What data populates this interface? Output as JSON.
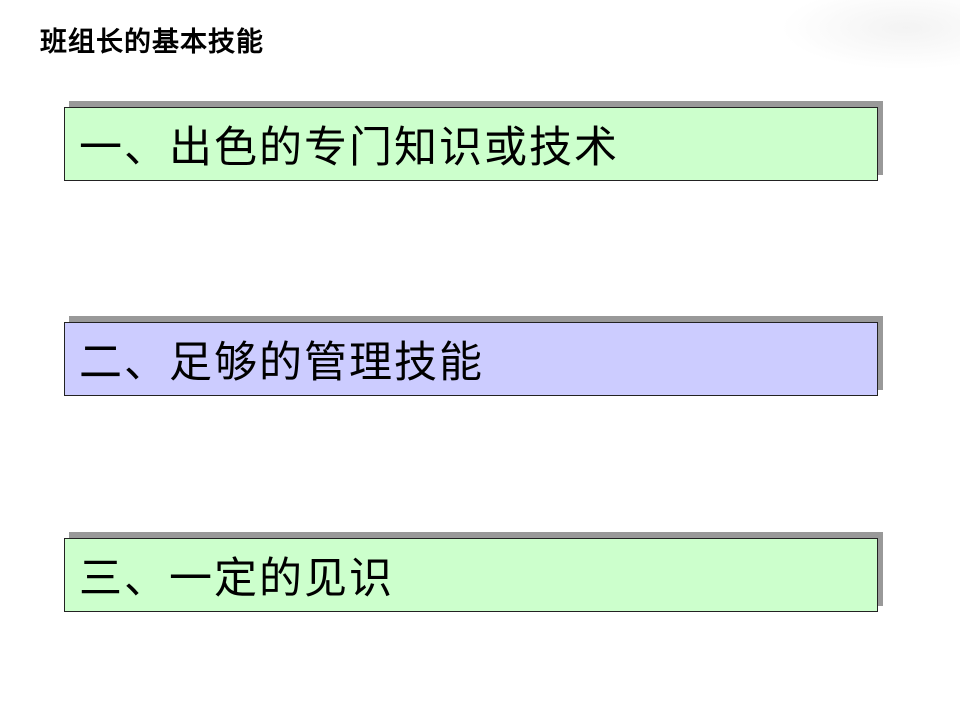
{
  "slide": {
    "title": "班组长的基本技能",
    "items": [
      {
        "label": "一、出色的专门知识或技术",
        "color": "#ccffcc"
      },
      {
        "label": "二、足够的管理技能",
        "color": "#ccccff"
      },
      {
        "label": "三、一定的见识",
        "color": "#ccffcc"
      }
    ]
  }
}
